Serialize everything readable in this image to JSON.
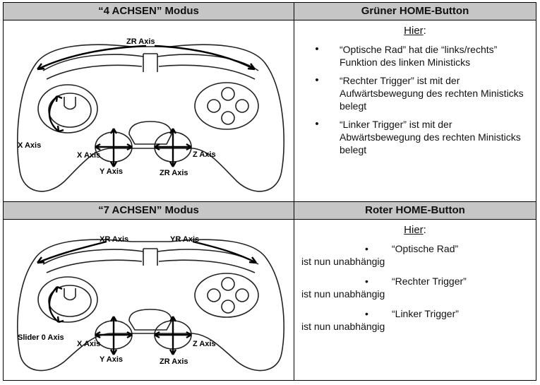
{
  "top": {
    "mode_title": "“4 ACHSEN” Modus",
    "button_title": "Grüner HOME-Button",
    "hier": "Hier",
    "hier_colon": ":",
    "diagram_labels": {
      "zr_top": "ZR Axis",
      "x_left": "X Axis",
      "x_stick": "X Axis",
      "y_stick": "Y Axis",
      "z_stick": "Z Axis",
      "zr_stick": "ZR Axis"
    },
    "bullets": [
      "“Optische Rad” hat die  “links/rechts” Funktion des linken Ministicks",
      "“Rechter Trigger” ist mit der Aufwärtsbewegung des rechten Ministicks belegt",
      "“Linker Trigger” ist mit der Abwärtsbewegung des rechten Ministicks belegt"
    ],
    "bullet_glyph": "•"
  },
  "bottom": {
    "mode_title": "“7 ACHSEN” Modus",
    "button_title": "Roter HOME-Button",
    "hier": "Hier",
    "hier_colon": ":",
    "diagram_labels": {
      "xr_top": "XR Axis",
      "yr_top": "YR Axis",
      "slider": "Slider 0 Axis",
      "x_stick": "X Axis",
      "y_stick": "Y Axis",
      "z_stick": "Z Axis",
      "zr_stick": "ZR Axis"
    },
    "bullets": [
      {
        "head": "“Optische Rad”",
        "tail": "ist nun unabhängig"
      },
      {
        "head": "“Rechter Trigger”",
        "tail": "ist nun unabhängig"
      },
      {
        "head": "“Linker Trigger”",
        "tail": "ist nun unabhängig"
      }
    ],
    "bullet_glyph": "•"
  }
}
